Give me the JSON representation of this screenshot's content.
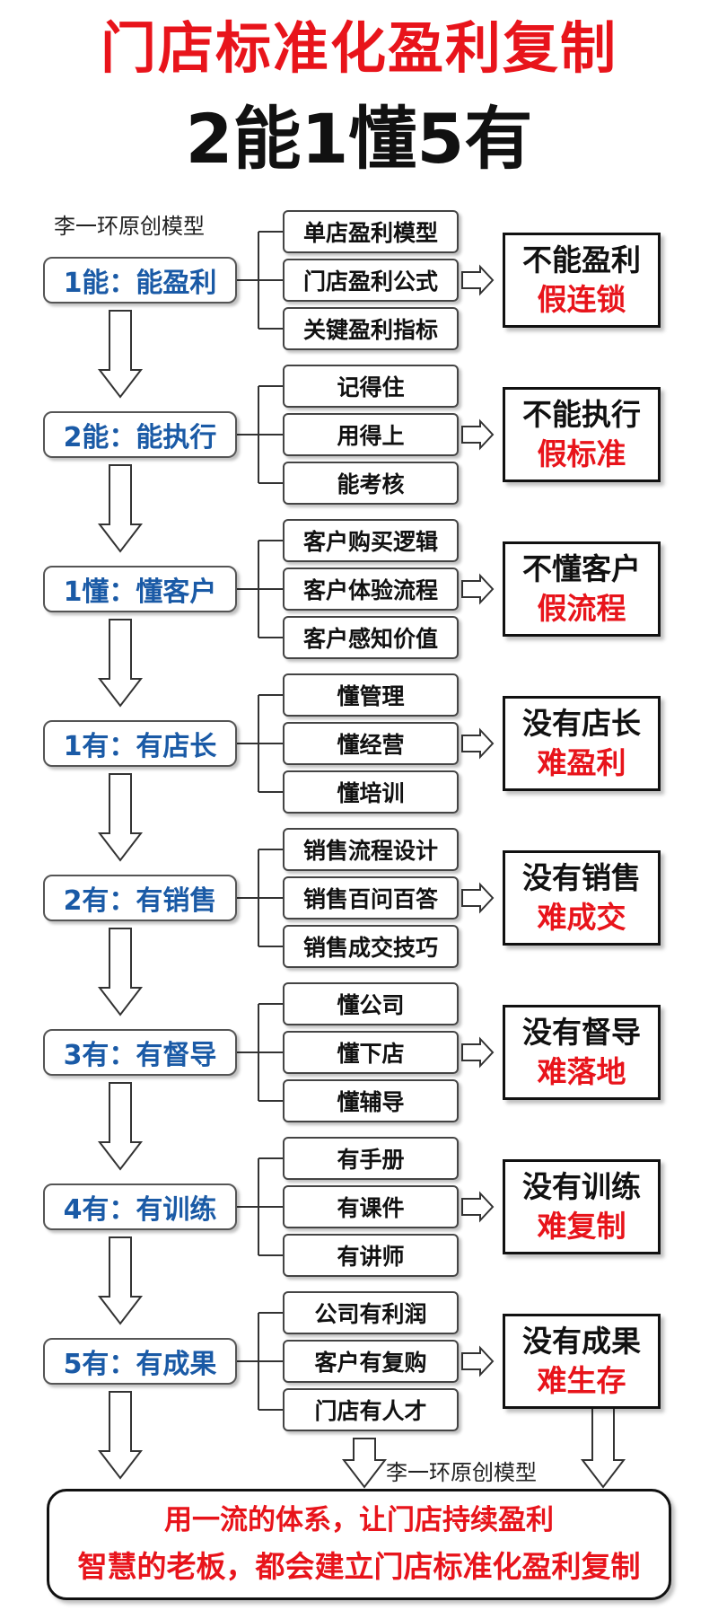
{
  "title": "门店标准化盈利复制",
  "subtitle": "2能1懂5有",
  "credit": "李一环原创模型",
  "levels": [
    {
      "label": "1能：能盈利",
      "items": [
        "单店盈利模型",
        "门店盈利公式",
        "关键盈利指标"
      ],
      "result_top": "不能盈利",
      "result_bottom": "假连锁"
    },
    {
      "label": "2能：能执行",
      "items": [
        "记得住",
        "用得上",
        "能考核"
      ],
      "result_top": "不能执行",
      "result_bottom": "假标准"
    },
    {
      "label": "1懂：懂客户",
      "items": [
        "客户购买逻辑",
        "客户体验流程",
        "客户感知价值"
      ],
      "result_top": "不懂客户",
      "result_bottom": "假流程"
    },
    {
      "label": "1有：有店长",
      "items": [
        "懂管理",
        "懂经营",
        "懂培训"
      ],
      "result_top": "没有店长",
      "result_bottom": "难盈利"
    },
    {
      "label": "2有：有销售",
      "items": [
        "销售流程设计",
        "销售百问百答",
        "销售成交技巧"
      ],
      "result_top": "没有销售",
      "result_bottom": "难成交"
    },
    {
      "label": "3有：有督导",
      "items": [
        "懂公司",
        "懂下店",
        "懂辅导"
      ],
      "result_top": "没有督导",
      "result_bottom": "难落地"
    },
    {
      "label": "4有：有训练",
      "items": [
        "有手册",
        "有课件",
        "有讲师"
      ],
      "result_top": "没有训练",
      "result_bottom": "难复制"
    },
    {
      "label": "5有：有成果",
      "items": [
        "公司有利润",
        "客户有复购",
        "门店有人才"
      ],
      "result_top": "没有成果",
      "result_bottom": "难生存"
    }
  ],
  "bottom": {
    "line1": "用一流的体系，让门店持续盈利",
    "line2": "智慧的老板，都会建立门店标准化盈利复制"
  },
  "colors": {
    "red": "#e8141b",
    "blue": "#1a5aa6",
    "black": "#111111"
  }
}
